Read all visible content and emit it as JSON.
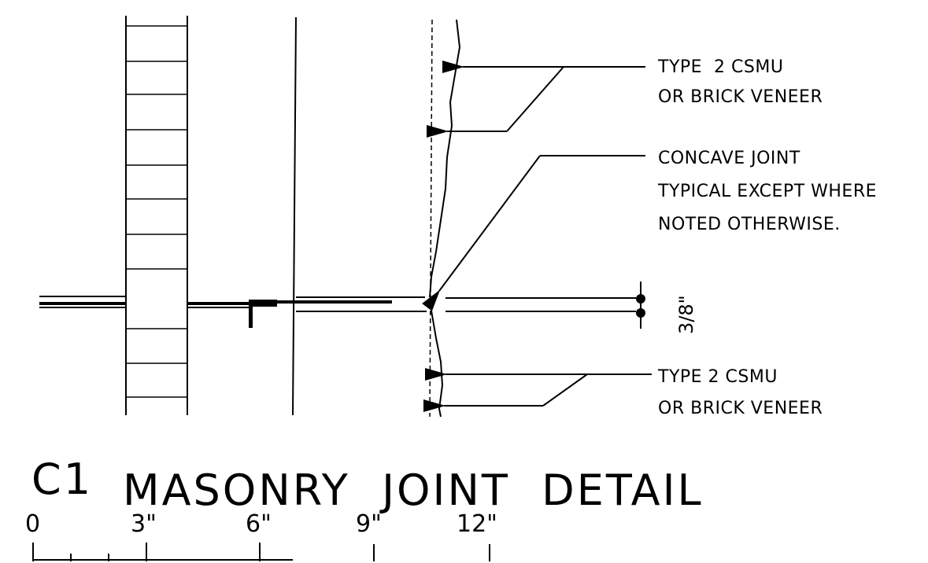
{
  "callouts": {
    "veneer_top_line1": "TYPE  2 CSMU",
    "veneer_top_line2": "OR BRICK VENEER",
    "joint_line1": "CONCAVE JOINT",
    "joint_line2": "TYPICAL EXCEPT WHERE",
    "joint_line3": "NOTED OTHERWISE.",
    "veneer_bottom_line1": "TYPE 2 CSMU",
    "veneer_bottom_line2": "OR BRICK VENEER"
  },
  "dimension": {
    "joint_thickness": "3/8\""
  },
  "title": {
    "detail_id": "C1",
    "name": "MASONRY  JOINT  DETAIL"
  },
  "scale_bar": {
    "labels": [
      "0",
      "3\"",
      "6\"",
      "9\"",
      "12\""
    ]
  }
}
